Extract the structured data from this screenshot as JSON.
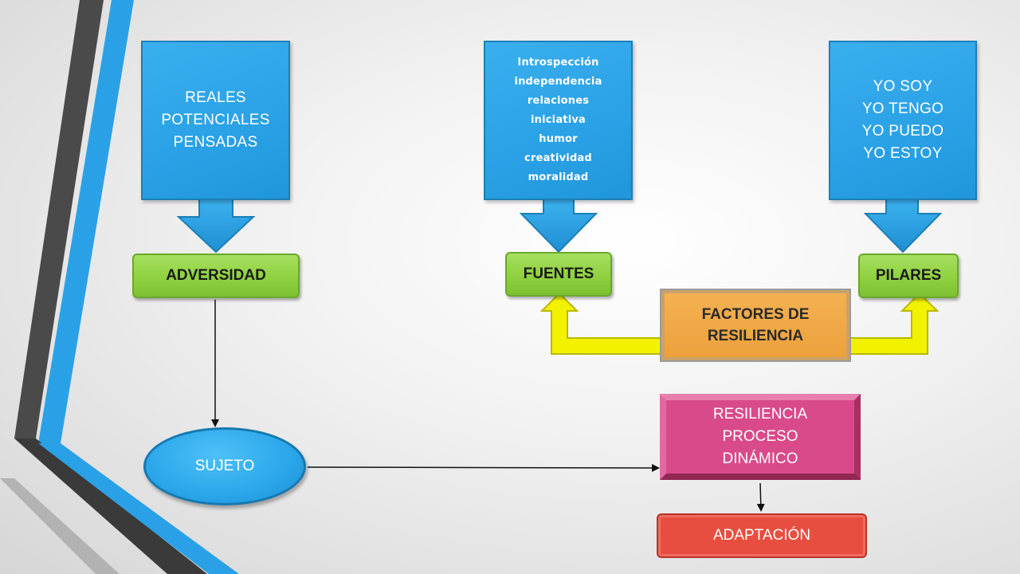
{
  "colors": {
    "blue_box": "#2aa1e6",
    "green_box": "#8fd13f",
    "orange_box": "#eda03c",
    "pink_box": "#d94a8a",
    "red_box": "#e84e3f",
    "yellow_arrow": "#f2f200",
    "accent_dark_band": "#4a4a4a",
    "accent_blue_band": "#2aa1e6"
  },
  "nodes": {
    "top_left": {
      "text": "REALES\nPOTENCIALES\nPENSADAS"
    },
    "top_middle": {
      "text": "Introspección\nindependencia\nrelaciones\niniciativa\nhumor\ncreatividad\nmoralidad"
    },
    "top_right": {
      "text": "YO SOY\nYO TENGO\nYO PUEDO\nYO ESTOY"
    },
    "adversidad": {
      "text": "ADVERSIDAD"
    },
    "fuentes": {
      "text": "FUENTES"
    },
    "pilares": {
      "text": "PILARES"
    },
    "factores": {
      "text": "FACTORES DE\nRESILIENCIA"
    },
    "sujeto": {
      "text": "SUJETO"
    },
    "resiliencia": {
      "text": "RESILIENCIA\nPROCESO\nDINÁMICO"
    },
    "adaptacion": {
      "text": "ADAPTACIÓN"
    }
  }
}
